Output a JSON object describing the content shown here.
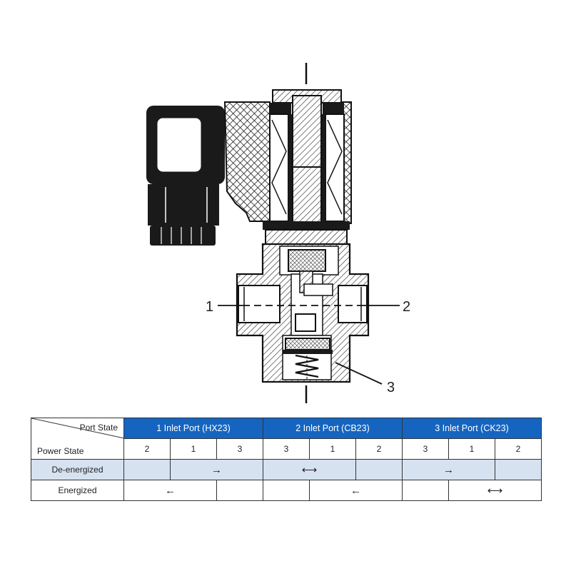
{
  "callouts": {
    "port1": "1",
    "port2": "2",
    "port3": "3"
  },
  "table": {
    "corner_top": "Port State",
    "corner_bottom": "Power State",
    "groups": [
      {
        "label": "1 Inlet Port (HX23)",
        "ports": [
          "2",
          "1",
          "3"
        ]
      },
      {
        "label": "2 Inlet Port (CB23)",
        "ports": [
          "3",
          "1",
          "2"
        ]
      },
      {
        "label": "3 Inlet Port (CK23)",
        "ports": [
          "3",
          "1",
          "2"
        ]
      }
    ],
    "rows": [
      {
        "label": "De-energized",
        "arrows": [
          "→",
          "⟷",
          "→"
        ]
      },
      {
        "label": "Energized",
        "arrows": [
          "←",
          "←",
          "⟷"
        ]
      }
    ]
  },
  "colors": {
    "header_blue": "#1565c0",
    "row_shade": "#d6e2f0"
  }
}
